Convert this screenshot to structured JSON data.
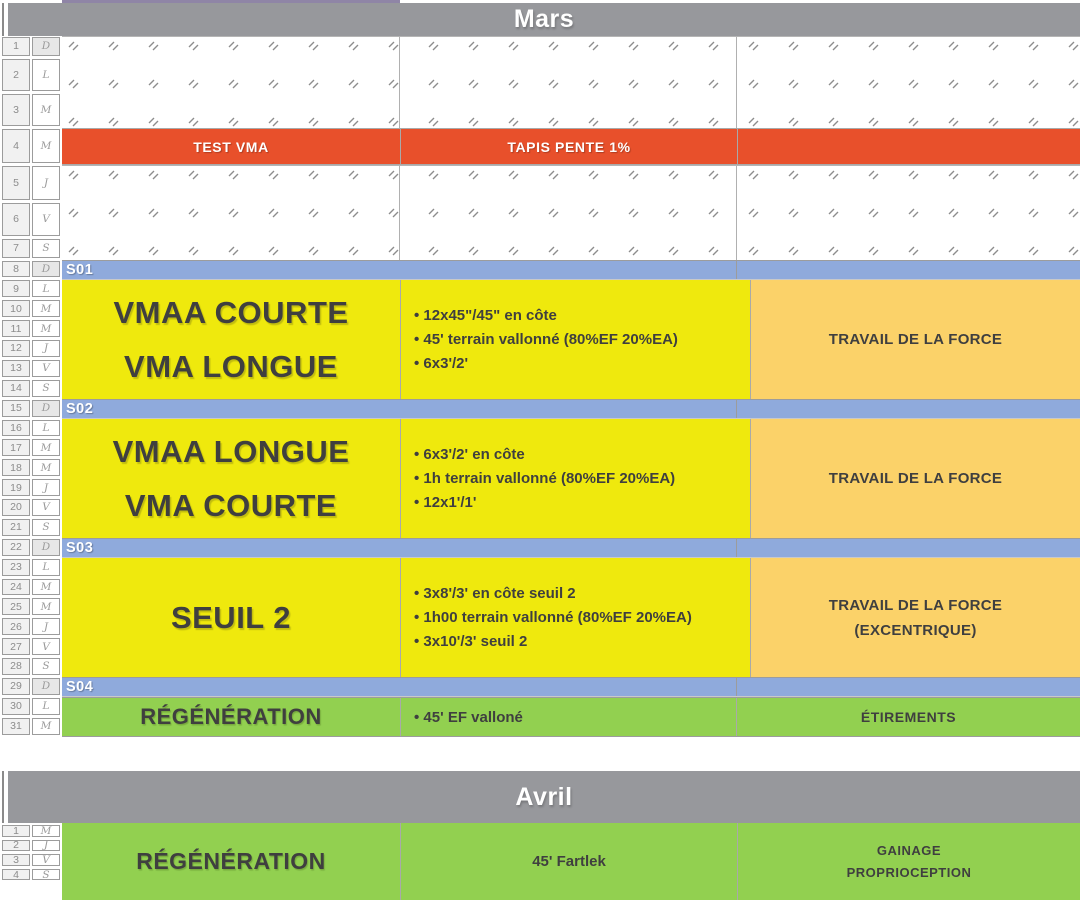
{
  "mars": {
    "title": "Mars",
    "days": [
      {
        "n": "1",
        "d": "D"
      },
      {
        "n": "2",
        "d": "L"
      },
      {
        "n": "3",
        "d": "M"
      },
      {
        "n": "4",
        "d": "M"
      },
      {
        "n": "5",
        "d": "J"
      },
      {
        "n": "6",
        "d": "V"
      },
      {
        "n": "7",
        "d": "S"
      },
      {
        "n": "8",
        "d": "D"
      },
      {
        "n": "9",
        "d": "L"
      },
      {
        "n": "10",
        "d": "M"
      },
      {
        "n": "11",
        "d": "M"
      },
      {
        "n": "12",
        "d": "J"
      },
      {
        "n": "13",
        "d": "V"
      },
      {
        "n": "14",
        "d": "S"
      },
      {
        "n": "15",
        "d": "D"
      },
      {
        "n": "16",
        "d": "L"
      },
      {
        "n": "17",
        "d": "M"
      },
      {
        "n": "18",
        "d": "M"
      },
      {
        "n": "19",
        "d": "J"
      },
      {
        "n": "20",
        "d": "V"
      },
      {
        "n": "21",
        "d": "S"
      },
      {
        "n": "22",
        "d": "D"
      },
      {
        "n": "23",
        "d": "L"
      },
      {
        "n": "24",
        "d": "M"
      },
      {
        "n": "25",
        "d": "M"
      },
      {
        "n": "26",
        "d": "J"
      },
      {
        "n": "27",
        "d": "V"
      },
      {
        "n": "28",
        "d": "S"
      },
      {
        "n": "29",
        "d": "D"
      },
      {
        "n": "30",
        "d": "L"
      },
      {
        "n": "31",
        "d": "M"
      }
    ],
    "events_row": {
      "test": "TEST VMA",
      "tapis": "TAPIS PENTE 1%"
    },
    "weeks": [
      {
        "label": "S01",
        "title_lines": [
          "VMAA COURTE",
          "VMA LONGUE"
        ],
        "bullets": [
          "12x45\"/45\" en côte",
          "45' terrain vallonné (80%EF 20%EA)",
          "6x3'/2'"
        ],
        "right": [
          "TRAVAIL DE LA FORCE"
        ]
      },
      {
        "label": "S02",
        "title_lines": [
          "VMAA LONGUE",
          "VMA COURTE"
        ],
        "bullets": [
          "6x3'/2' en côte",
          "1h terrain vallonné (80%EF 20%EA)",
          "12x1'/1'"
        ],
        "right": [
          "TRAVAIL DE LA FORCE"
        ]
      },
      {
        "label": "S03",
        "title_lines": [
          "SEUIL 2"
        ],
        "bullets": [
          "3x8'/3' en côte seuil 2",
          "1h00 terrain vallonné (80%EF 20%EA)",
          "3x10'/3' seuil 2"
        ],
        "right": [
          "TRAVAIL DE LA FORCE",
          "(EXCENTRIQUE)"
        ]
      },
      {
        "label": "S04",
        "title": "RÉGÉNÉRATION",
        "bullet": "45' EF valloné",
        "right": "ÉTIREMENTS"
      }
    ]
  },
  "avril": {
    "title": "Avril",
    "days": [
      {
        "n": "1",
        "d": "M"
      },
      {
        "n": "2",
        "d": "J"
      },
      {
        "n": "3",
        "d": "V"
      },
      {
        "n": "4",
        "d": "S"
      }
    ],
    "block": {
      "title": "RÉGÉNÉRATION",
      "middle": "45' Fartlek",
      "right": [
        "GAINAGE",
        "PROPRIOCEPTION"
      ]
    }
  },
  "colors": {
    "header_gray": "#97989c",
    "event_orange": "#e8502b",
    "week_blue": "#8faadc",
    "session_yellow": "#efe90d",
    "force_orange": "#fbd269",
    "regen_green": "#92d050",
    "purple_strip": "#8f85a6",
    "text_dark": "#3f3f3f"
  }
}
